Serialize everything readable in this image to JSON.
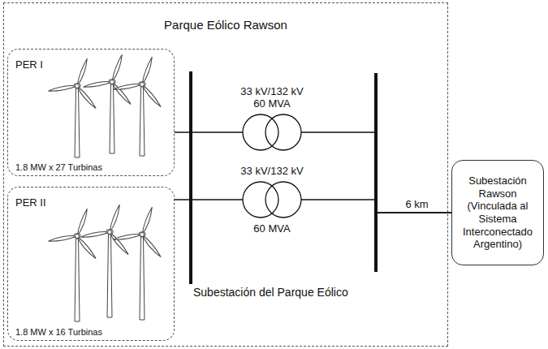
{
  "diagram": {
    "nodes": [
      {
        "text": [
          "Parque Eólico Rawson"
        ]
      },
      {
        "text": [
          "PER I",
          "1.8 MW x 27 Turbinas"
        ],
        "in": 0
      },
      {
        "text": [
          "PER II",
          "1.8 MW x 16 Turbinas"
        ],
        "in": 0
      },
      {
        "text": [
          "33 kV/132 kV",
          "60 MVA"
        ],
        "in": 0
      },
      {
        "text": [
          "33 kV/132 kV",
          "60 MVA"
        ],
        "in": 0
      },
      {
        "text": [
          "Subestación Rawson (Vinculada al Sistema Interconectado Argentino)"
        ]
      }
    ],
    "edges": [
      {
        "from": 1,
        "to": 3,
        "arrow": "none"
      },
      {
        "from": 2,
        "to": 4,
        "arrow": "none"
      },
      {
        "from": 3,
        "to": 5,
        "arrow": "none"
      },
      {
        "from": 4,
        "to": 5,
        "arrow": "none",
        "label": "6 km"
      }
    ],
    "labels": [
      "Subestación del Parque Eólico"
    ]
  }
}
